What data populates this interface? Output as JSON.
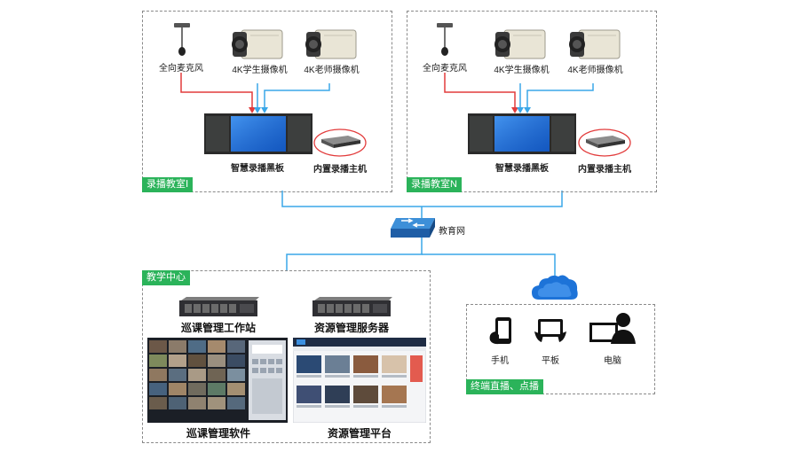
{
  "classroom_1": {
    "tag": "录播教室Ⅰ",
    "mic_label": "全向麦克风",
    "cam_student_label": "4K学生摄像机",
    "cam_teacher_label": "4K老师摄像机",
    "board_label": "智慧录播黑板",
    "host_label": "内置录播主机"
  },
  "classroom_n": {
    "tag": "录播教室N",
    "mic_label": "全向麦克风",
    "cam_student_label": "4K学生摄像机",
    "cam_teacher_label": "4K老师摄像机",
    "board_label": "智慧录播黑板",
    "host_label": "内置录播主机"
  },
  "network": {
    "label": "教育网"
  },
  "teaching_center": {
    "tag": "教学中心",
    "workstation_label": "巡课管理工作站",
    "server_label": "资源管理服务器",
    "software_label": "巡课管理软件",
    "platform_label": "资源管理平台"
  },
  "terminals": {
    "tag": "终端直播、点播",
    "phone_label": "手机",
    "tablet_label": "平板",
    "pc_label": "电脑"
  },
  "colors": {
    "audio_line": "#e23b3b",
    "video_line": "#3aa7e8",
    "network_line": "#3aa7e8",
    "tag_bg": "#2bb35a",
    "cloud": "#1d73d8"
  }
}
